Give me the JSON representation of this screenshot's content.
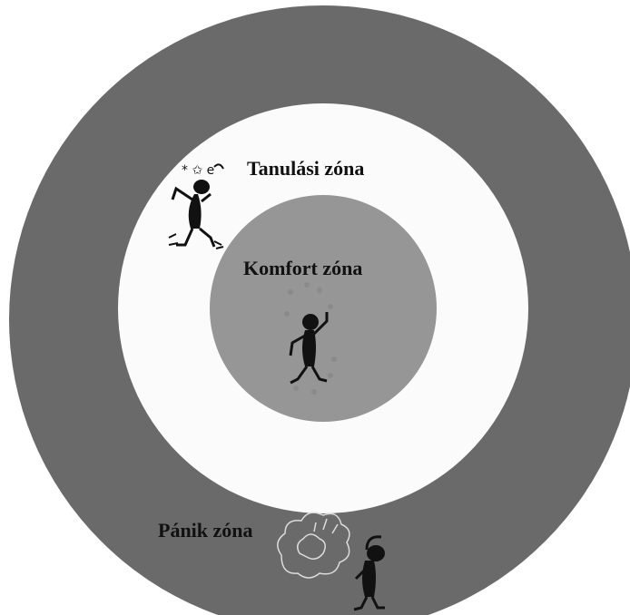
{
  "diagram": {
    "zones": {
      "learning": {
        "label": "Tanulási zóna"
      },
      "comfort": {
        "label": "Komfort zóna"
      },
      "panic": {
        "label": "Pánik zóna"
      }
    },
    "colors": {
      "background": "#ffffff",
      "panic_ring": "#6a6a6a",
      "learning_ring": "#fbfbfb",
      "comfort_circle": "#969696",
      "figure": "#111111",
      "sparkle": "#8a8a8a"
    },
    "figures": [
      {
        "zone": "learning",
        "icon": "dizzy-stick-figure-icon"
      },
      {
        "zone": "comfort",
        "icon": "juggling-stick-figure-icon"
      },
      {
        "zone": "panic",
        "icon": "panicked-stick-figure-icon"
      }
    ]
  }
}
